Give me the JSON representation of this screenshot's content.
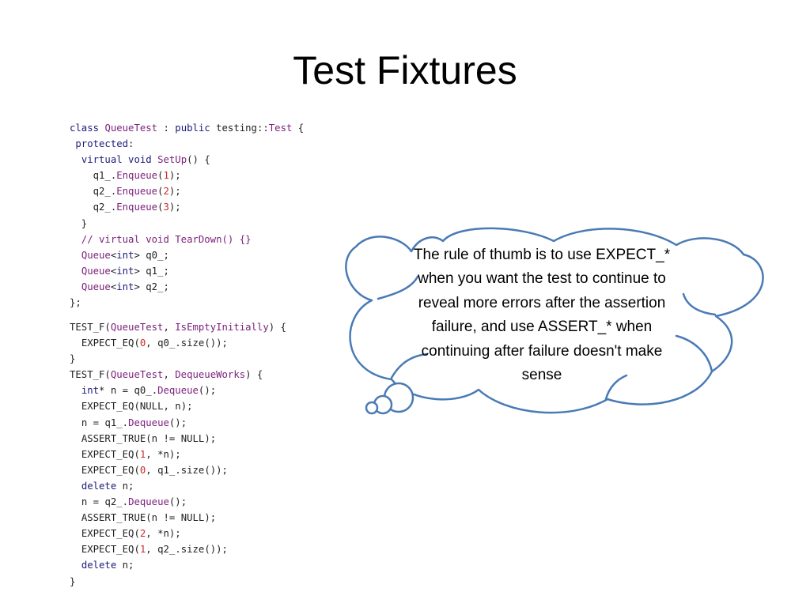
{
  "title": "Test Fixtures",
  "code": {
    "class_lines": [
      "class QueueTest : public testing::Test {",
      " protected:",
      "  virtual void SetUp() {",
      "    q1_.Enqueue(1);",
      "    q2_.Enqueue(2);",
      "    q2_.Enqueue(3);",
      "  }",
      "  // virtual void TearDown() {}",
      "  Queue<int> q0_;",
      "  Queue<int> q1_;",
      "  Queue<int> q2_;",
      "};"
    ],
    "test_lines": [
      "TEST_F(QueueTest, IsEmptyInitially) {",
      "  EXPECT_EQ(0, q0_.size());",
      "}",
      "TEST_F(QueueTest, DequeueWorks) {",
      "  int* n = q0_.Dequeue();",
      "  EXPECT_EQ(NULL, n);",
      "  n = q1_.Dequeue();",
      "  ASSERT_TRUE(n != NULL);",
      "  EXPECT_EQ(1, *n);",
      "  EXPECT_EQ(0, q1_.size());",
      "  delete n;",
      "  n = q2_.Dequeue();",
      "  ASSERT_TRUE(n != NULL);",
      "  EXPECT_EQ(2, *n);",
      "  EXPECT_EQ(1, q2_.size());",
      "  delete n;",
      "}"
    ]
  },
  "callout": {
    "text": "The rule of thumb is to use EXPECT_* when you want the test to continue to reveal more errors after the assertion failure, and use ASSERT_* when continuing after failure doesn't make sense"
  },
  "colors": {
    "cloud_stroke": "#4a7ab5",
    "keyword": "#1c1c7a",
    "identifier": "#7a1f7a",
    "number": "#cc2a2a"
  }
}
